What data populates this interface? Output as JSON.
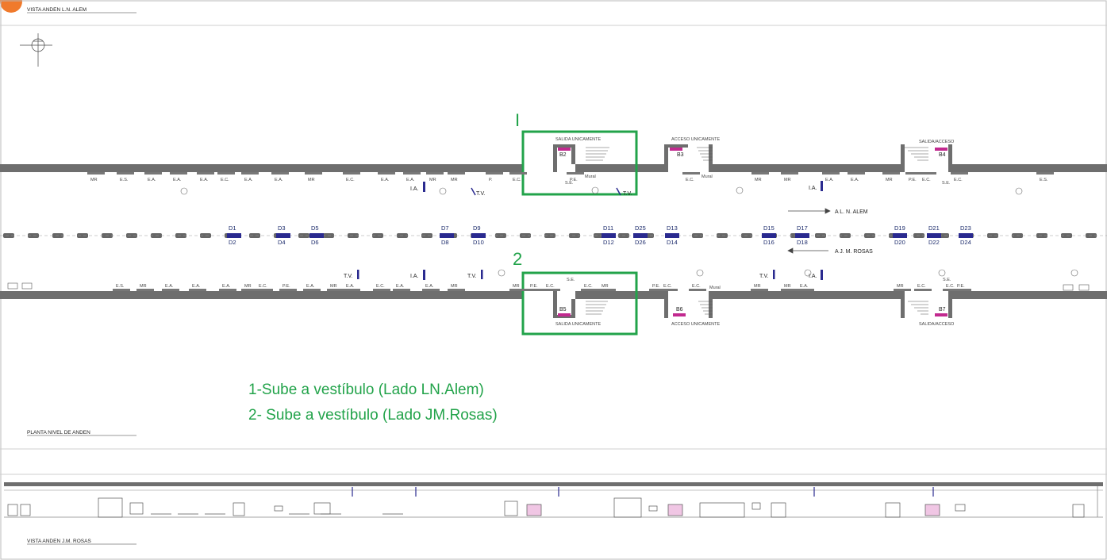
{
  "titles": {
    "top": "VISTA ANDEN L.N. ALEM",
    "plan": "PLANTA NIVEL DE ANDEN",
    "bottom": "VISTA ANDEN J.M. ROSAS"
  },
  "callouts": {
    "one": "I",
    "two": "2"
  },
  "legend": {
    "line1": "1-Sube a vestíbulo (Lado LN.Alem)",
    "line2": "2- Sube a vestíbulo (Lado JM.Rosas)"
  },
  "directions": {
    "alem": "A L. N. ALEM",
    "rosas": "A J. M. ROSAS"
  },
  "exits": {
    "top": [
      {
        "code": "B2",
        "caption": "SALIDA UNICAMENTE"
      },
      {
        "code": "B3",
        "caption": "ACCESO UNICAMENTE"
      },
      {
        "code": "B4",
        "caption": "SALIDA/ACCESO"
      }
    ],
    "bottom": [
      {
        "code": "B5",
        "caption": "SALIDA UNICAMENTE"
      },
      {
        "code": "B6",
        "caption": "ACCESO UNICAMENTE"
      },
      {
        "code": "B7",
        "caption": "SALIDA/ACCESO"
      }
    ]
  },
  "doors": [
    {
      "top": "D1",
      "bottom": "D2"
    },
    {
      "top": "D3",
      "bottom": "D4"
    },
    {
      "top": "D5",
      "bottom": "D6"
    },
    {
      "top": "D7",
      "bottom": "D8"
    },
    {
      "top": "D9",
      "bottom": "D10"
    },
    {
      "top": "D11",
      "bottom": "D12"
    },
    {
      "top": "D25",
      "bottom": "D26"
    },
    {
      "top": "D13",
      "bottom": "D14"
    },
    {
      "top": "D15",
      "bottom": "D16"
    },
    {
      "top": "D17",
      "bottom": "D18"
    },
    {
      "top": "D19",
      "bottom": "D20"
    },
    {
      "top": "D21",
      "bottom": "D22"
    },
    {
      "top": "D23",
      "bottom": "D24"
    }
  ],
  "labels": {
    "ia": "I.A.",
    "tv": "T.V.",
    "se": "S.E.",
    "mural": "Mural"
  },
  "furniture": {
    "top": [
      "MR",
      "E.S.",
      "E.A.",
      "E.A.",
      "E.A.",
      "E.C.",
      "E.A.",
      "E.A.",
      "MR",
      "E.C.",
      "E.A.",
      "E.A.",
      "MR",
      "MR",
      "P.",
      "E.C.",
      "P.E.",
      "E.C.",
      "MR",
      "MR",
      "E.A.",
      "E.A.",
      "MR",
      "P.E.",
      "E.C.",
      "E.C.",
      "E.S."
    ],
    "bottom": [
      "E.S.",
      "MR",
      "E.A.",
      "E.A.",
      "E.A.",
      "MR",
      "E.C.",
      "P.E.",
      "E.A.",
      "MR",
      "E.A.",
      "E.C.",
      "E.A.",
      "E.A.",
      "MR",
      "MR",
      "P.E.",
      "E.C.",
      "E.C.",
      "MR",
      "P.E.",
      "E.C.",
      "E.C.",
      "MR",
      "MR",
      "E.A.",
      "MR",
      "E.C.",
      "E.C.",
      "P.E."
    ]
  },
  "colors": {
    "green": "#22a34a",
    "wall": "#6e6e6e",
    "magenta": "#c2298f",
    "navy": "#2a2a8f",
    "pink": "#f0c6e4",
    "logo": "#f07a2c"
  }
}
